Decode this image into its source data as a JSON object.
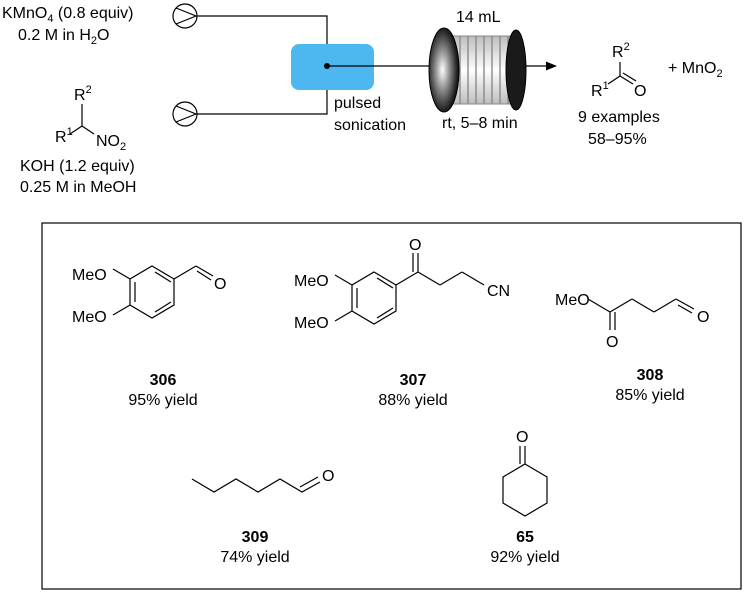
{
  "scheme": {
    "reagent1": {
      "line1_pre": "KMnO",
      "line1_sub": "4",
      "line1_post": " (0.8 equiv)",
      "line2_pre": "0.2 M in H",
      "line2_sub": "2",
      "line2_post": "O"
    },
    "substrate": {
      "r2": "R",
      "r2_sup": "2",
      "r1": "R",
      "r1_sup": "1",
      "no2": "NO",
      "no2_sub": "2"
    },
    "reagent2": {
      "line1": "KOH (1.2 equiv)",
      "line2": "0.25 M in MeOH"
    },
    "mixer_label": {
      "line1": "pulsed",
      "line2": "sonication"
    },
    "coil": {
      "volume": "14 mL",
      "conditions": "rt, 5–8 min"
    },
    "product": {
      "r2": "R",
      "r2_sup": "2",
      "r1": "R",
      "r1_sup": "1",
      "o": "O",
      "plus": "+ MnO",
      "plus_sub": "2",
      "line1": "9 examples",
      "line2": "58–95%"
    },
    "colors": {
      "mixer": "#4db8f0",
      "coil_dark": "#1a1a1a",
      "coil_light": "#e8e8e8"
    }
  },
  "products": [
    {
      "id": "306",
      "yield": "95% yield",
      "labels": {
        "meo_top": "MeO",
        "meo_bottom": "MeO",
        "o": "O"
      }
    },
    {
      "id": "307",
      "yield": "88% yield",
      "labels": {
        "meo_top": "MeO",
        "meo_bottom": "MeO",
        "o": "O",
        "cn": "CN"
      }
    },
    {
      "id": "308",
      "yield": "85% yield",
      "labels": {
        "meo": "MeO",
        "o_ald": "O",
        "o_ester": "O"
      }
    },
    {
      "id": "309",
      "yield": "74% yield",
      "labels": {
        "o": "O"
      }
    },
    {
      "id": "65",
      "yield": "92% yield",
      "labels": {
        "o": "O"
      }
    }
  ]
}
